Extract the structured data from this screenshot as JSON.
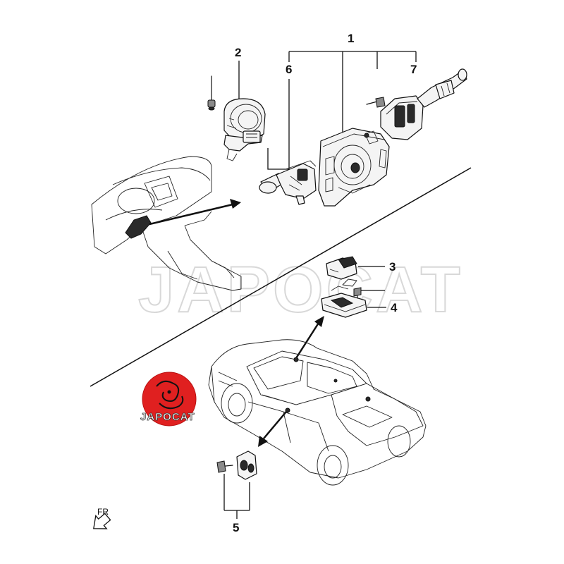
{
  "callouts": {
    "c1": "1",
    "c2": "2",
    "c3": "3",
    "c4": "4",
    "c5": "5",
    "c6": "6",
    "c7": "7"
  },
  "orientation": {
    "label": "FR",
    "icon": "forward-arrow-icon"
  },
  "watermark": {
    "text": "JAPOCAT"
  },
  "logo": {
    "text": "JAPOCAT",
    "color": "#e02020"
  },
  "colors": {
    "line": "#111111",
    "watermark": "#d8d8d8",
    "background": "#ffffff"
  }
}
